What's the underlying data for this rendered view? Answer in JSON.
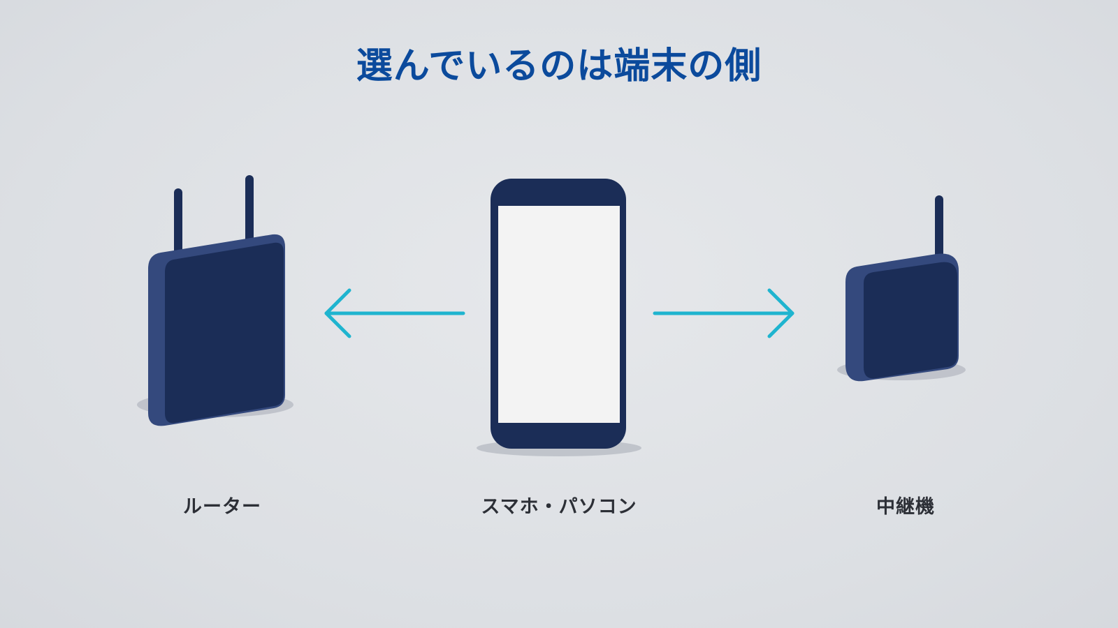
{
  "title": "選んでいるのは端末の側",
  "colors": {
    "title": "#0b4a9c",
    "device": "#1b2d57",
    "device_edge": "#34497d",
    "screen": "#f3f3f3",
    "arrow": "#1fb4cf",
    "shadow": "#b8bcc4"
  },
  "devices": {
    "router": {
      "label": "ルーター",
      "icon": "wifi-router-icon"
    },
    "phone": {
      "label": "スマホ・パソコン",
      "icon": "smartphone-icon"
    },
    "repeater": {
      "label": "中継機",
      "icon": "wifi-repeater-icon"
    }
  },
  "arrows": [
    {
      "from": "phone",
      "to": "router"
    },
    {
      "from": "phone",
      "to": "repeater"
    }
  ]
}
